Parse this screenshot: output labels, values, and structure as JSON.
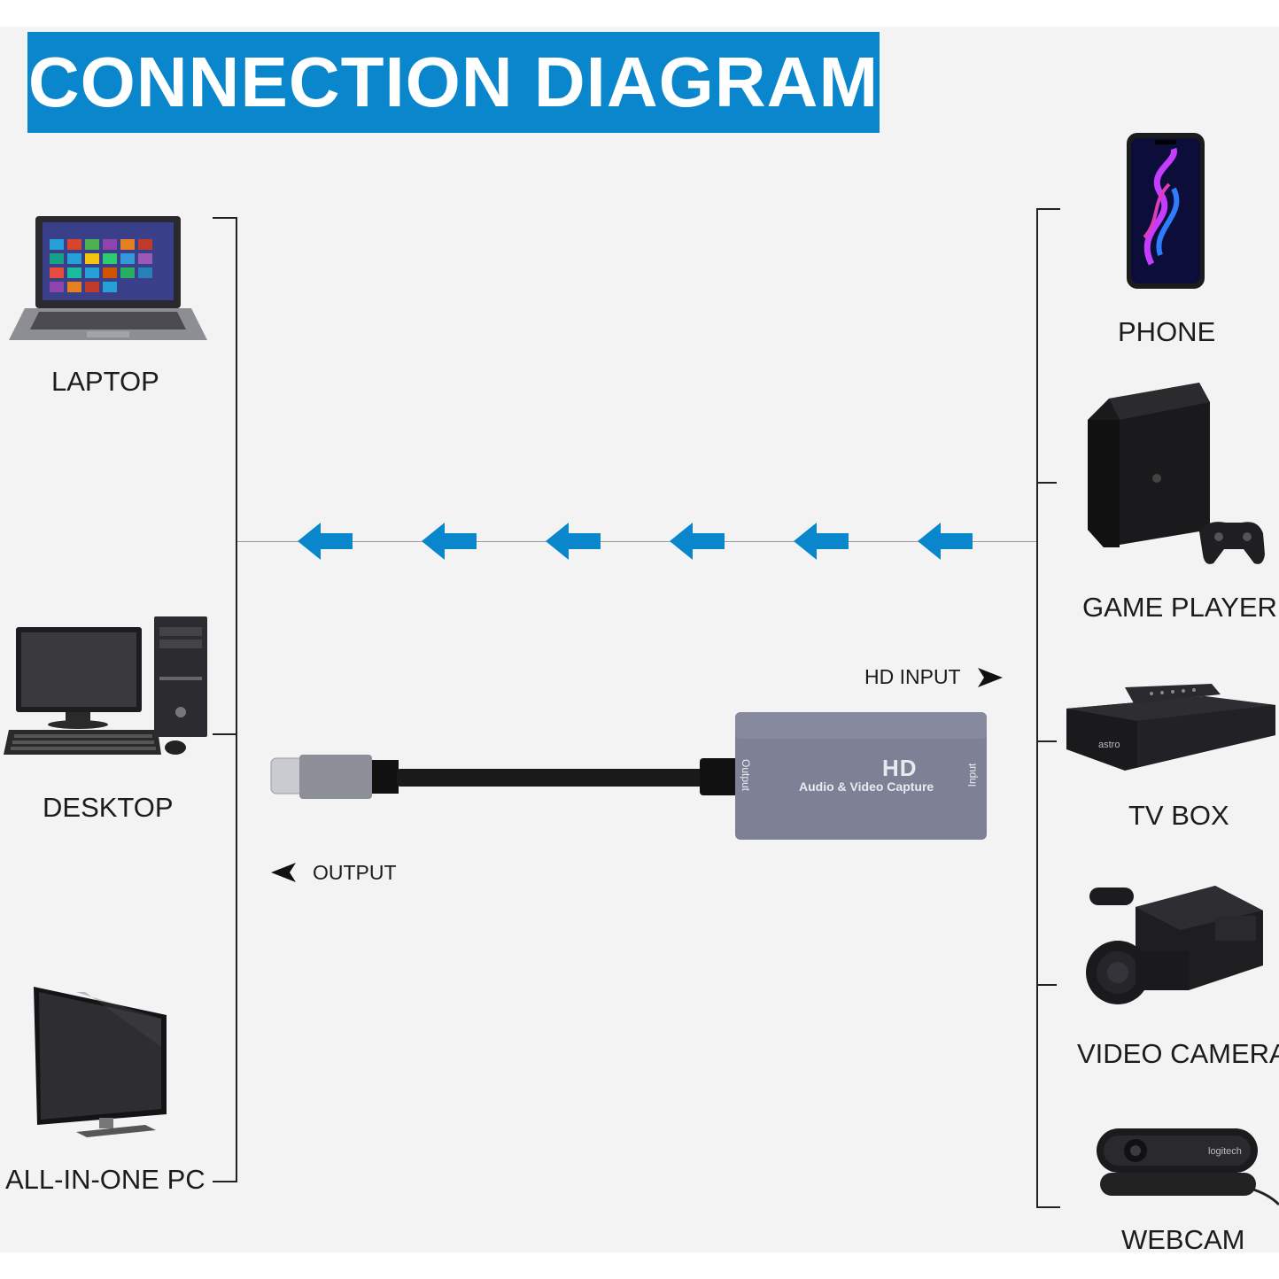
{
  "title": "CONNECTION DIAGRAM",
  "left_devices": [
    "LAPTOP",
    "DESKTOP",
    "ALL-IN-ONE PC"
  ],
  "right_devices": [
    "PHONE",
    "GAME PLAYER",
    "TV BOX",
    "VIDEO CAMERA",
    "WEBCAM"
  ],
  "adapter": {
    "hd_label": "HD",
    "caption": "Audio & Video Capture",
    "output_port": "Output",
    "input_port": "Input"
  },
  "hd_input_label": "HD INPUT",
  "output_label": "OUTPUT",
  "signal_direction": "right-to-left",
  "arrow_count": 6,
  "colors": {
    "title_bar": "#0a86cc",
    "arrow": "#0a86cc",
    "background": "#f3f3f3"
  }
}
